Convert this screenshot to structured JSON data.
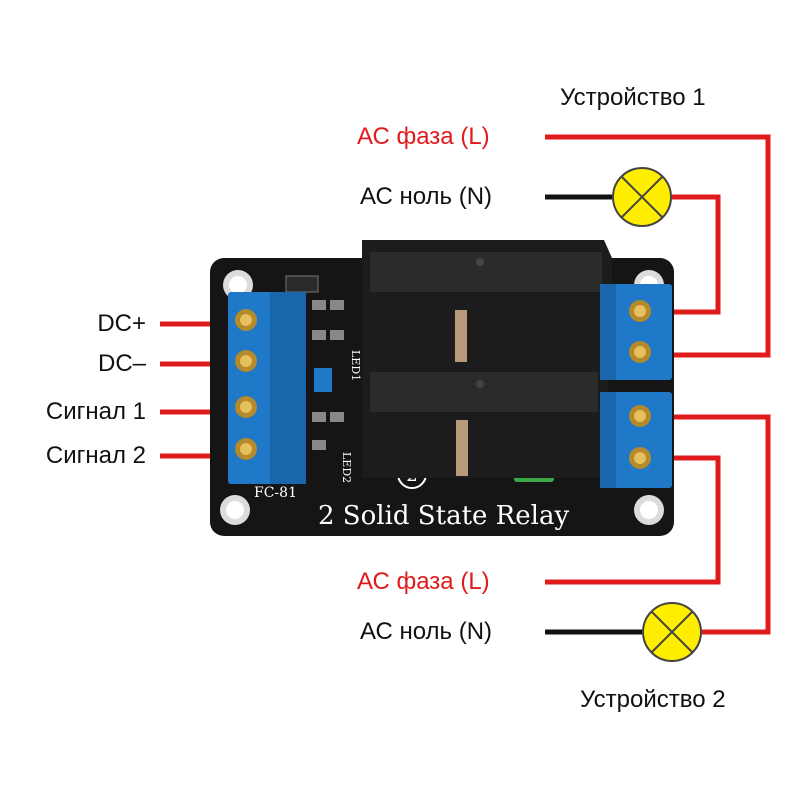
{
  "colors": {
    "phase_wire": "#e01b1b",
    "neutral_wire": "#111111",
    "board": "#151515",
    "terminal_blue": "#1f78c8",
    "lamp": "#ffee00"
  },
  "icons": {
    "lamp": "lamp-icon",
    "terminal_screw": "terminal-screw-icon",
    "relay": "relay-block-icon",
    "mount_hole": "mount-hole-icon"
  },
  "labels": {
    "device1": "Устройство 1",
    "device2": "Устройство 2",
    "ac_phase_1": "АС фаза (L)",
    "ac_neutral_1": "АС ноль (N)",
    "ac_phase_2": "АС фаза (L)",
    "ac_neutral_2": "АС ноль (N)",
    "dc_plus": "DC+",
    "dc_minus": "DC–",
    "signal1": "Сигнал 1",
    "signal2": "Сигнал 2"
  },
  "board": {
    "title": "2 Solid State Relay",
    "model": "FC-81",
    "led1": "LED1",
    "led2": "LED2",
    "channel_mark": "2"
  }
}
